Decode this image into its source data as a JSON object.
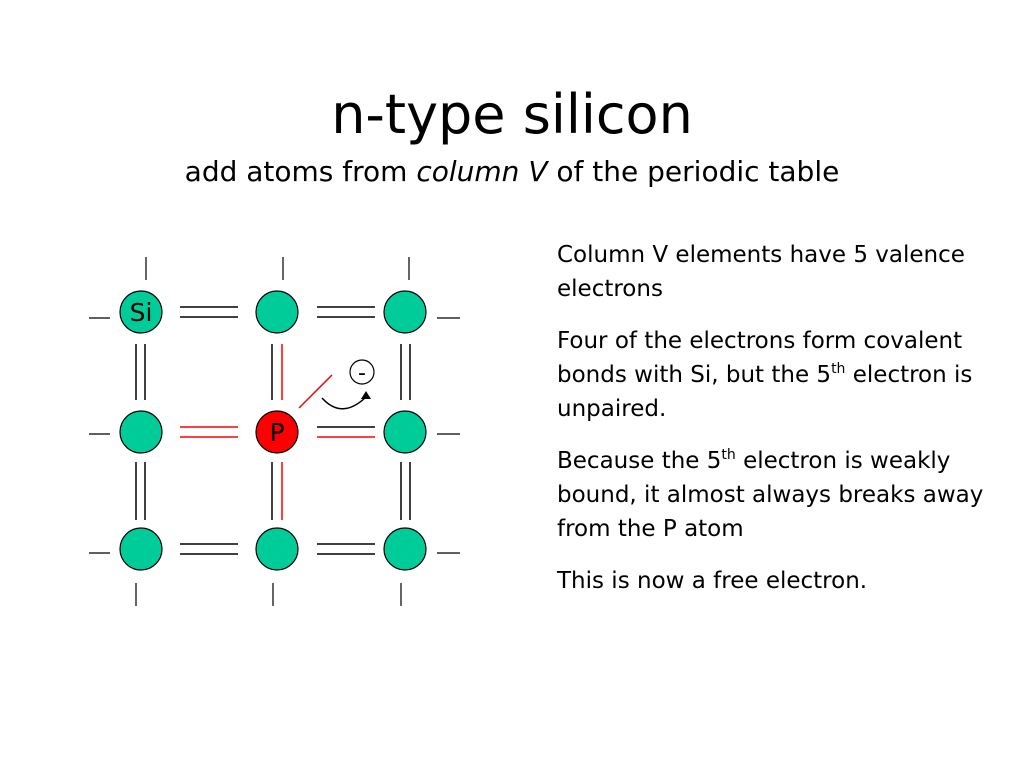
{
  "title": "n-type silicon",
  "subtitle": {
    "before": "add atoms from",
    "emphasis": "column V",
    "after": "of the periodic table"
  },
  "lattice": {
    "rows": 3,
    "cols": 3,
    "si_label": "Si",
    "dopant_label": "P",
    "electron_label": "-",
    "colors": {
      "silicon_atom": "#00cc99",
      "dopant_atom": "#ff0000",
      "bond": "#000000",
      "dopant_bond": "#ff0000",
      "free_bond": "#ff0000"
    }
  },
  "explanation": {
    "p1": "Column V elements have 5 valence electrons",
    "p2_before": "Four of the electrons form covalent bonds with Si, but the 5",
    "p2_sup": "th",
    "p2_after": "electron is unpaired.",
    "p3_before": "Because the 5",
    "p3_sup": "th",
    "p3_after": "electron is weakly bound, it almost always breaks away from the P atom",
    "p4": "This is now a free electron."
  }
}
